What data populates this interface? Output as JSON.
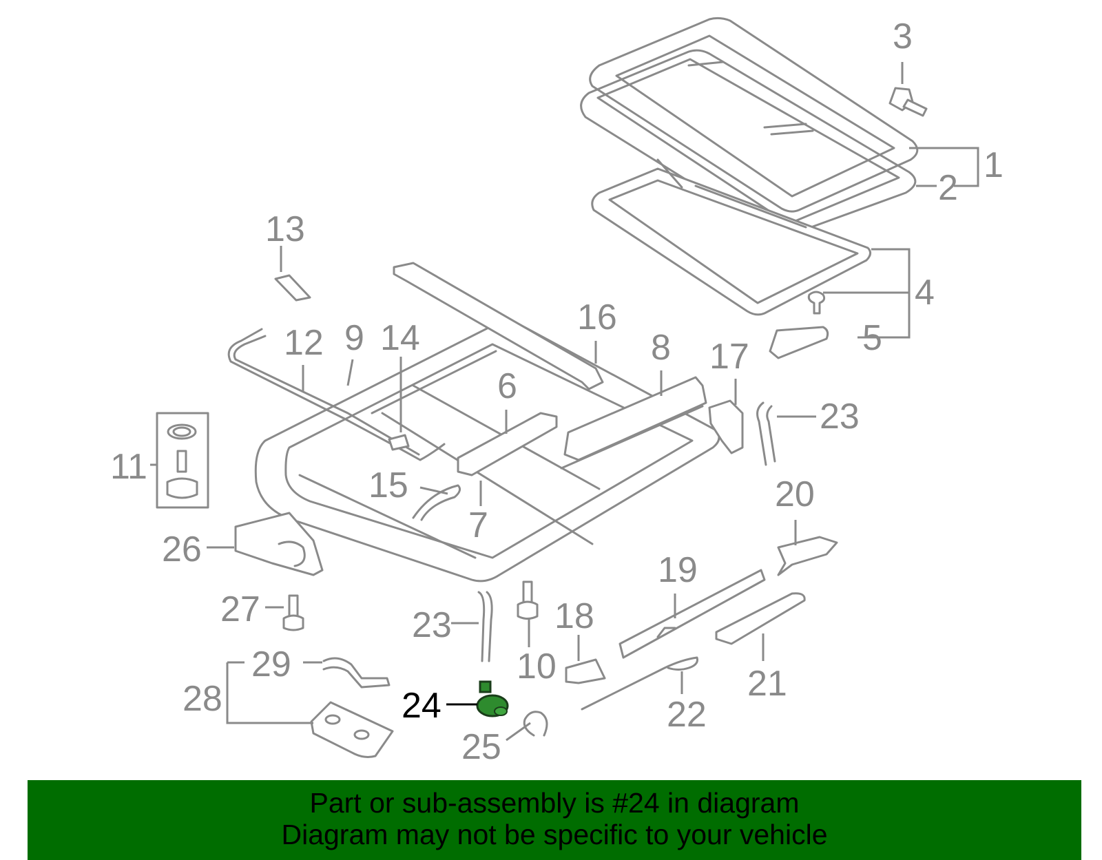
{
  "diagram": {
    "highlighted_part": "24",
    "colors": {
      "parts": "#8a8a8a",
      "highlight_part": "#2e8b2e",
      "highlight_label": "#000000",
      "banner": "#006d00"
    },
    "callouts": {
      "c1": "1",
      "c2": "2",
      "c3": "3",
      "c4": "4",
      "c5": "5",
      "c6": "6",
      "c7": "7",
      "c8": "8",
      "c9": "9",
      "c10": "10",
      "c11": "11",
      "c12": "12",
      "c13": "13",
      "c14": "14",
      "c15": "15",
      "c16": "16",
      "c17": "17",
      "c18": "18",
      "c19": "19",
      "c20": "20",
      "c21": "21",
      "c22": "22",
      "c23a": "23",
      "c23b": "23",
      "c24": "24",
      "c25": "25",
      "c26": "26",
      "c27": "27",
      "c28": "28",
      "c29": "29"
    }
  },
  "banner": {
    "line1": "Part or sub-assembly is #24 in diagram",
    "line2": "Diagram may not be specific to your vehicle"
  }
}
